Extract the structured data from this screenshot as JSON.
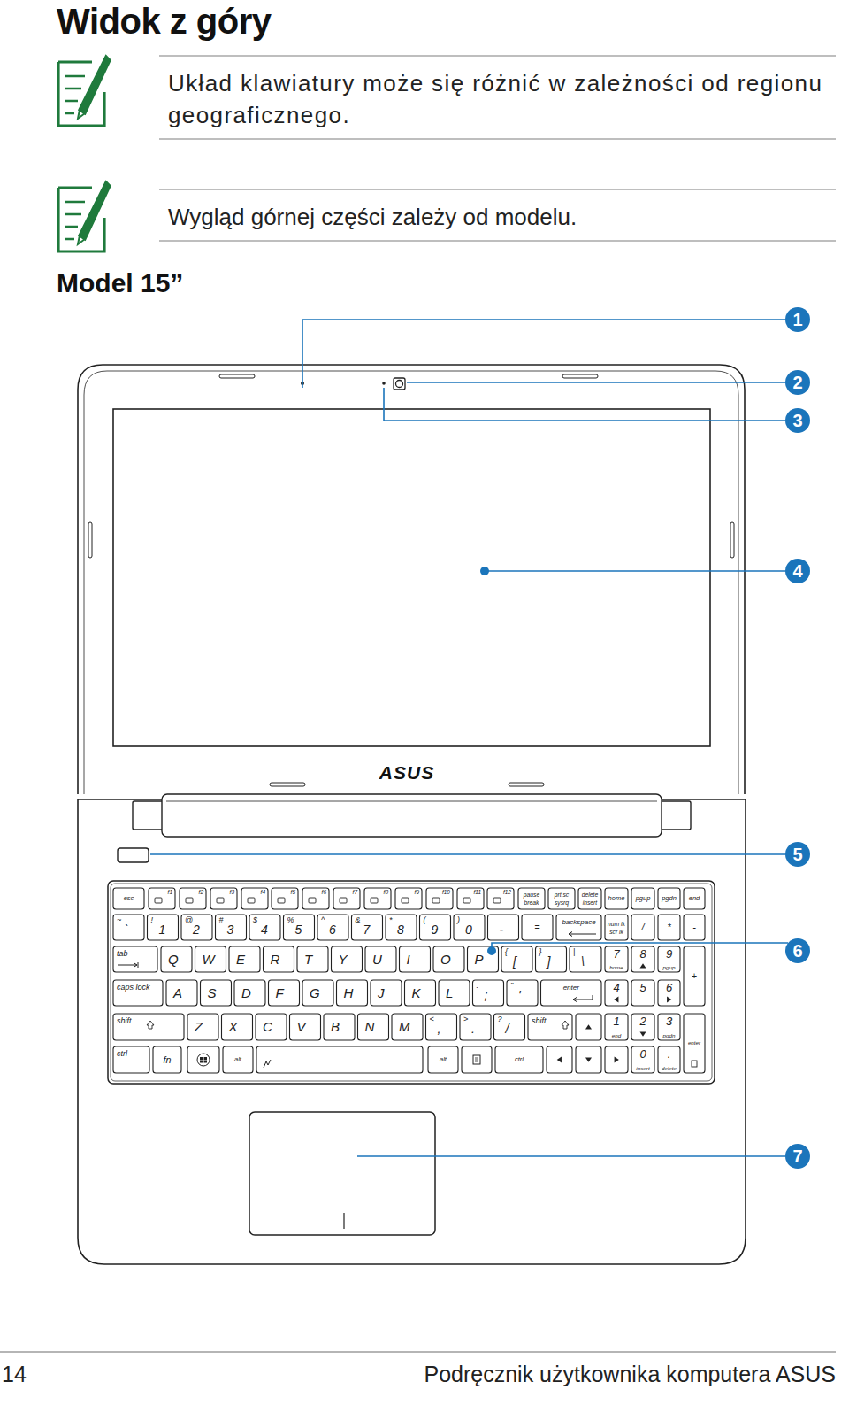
{
  "diagram": {
    "title": "Widok z góry",
    "labels": [
      "Układ klawiatury może się różnić w zależności od regionu geograficznego.",
      "Wygląd górnej części zależy od modelu.",
      "Model 15”",
      "1",
      "2",
      "3",
      "4",
      "5",
      "6",
      "7",
      "ASUS",
      "esc",
      "f1",
      "f2",
      "f3",
      "f4",
      "f5",
      "f6",
      "f7",
      "f8",
      "f9",
      "f10",
      "f11",
      "f12",
      "pause",
      "break",
      "prt sc",
      "sysrq",
      "delete",
      "insert",
      "home",
      "pgup",
      "pgdn",
      "end",
      "~",
      "`",
      "!",
      "1",
      "@",
      "2",
      "#",
      "3",
      "$",
      "4",
      "%",
      "5",
      "^",
      "6",
      "&",
      "7",
      "*",
      "8",
      "(",
      "9",
      ")",
      "0",
      "_",
      "-",
      "=",
      "backspace",
      "num lk",
      "scr lk",
      "/",
      "*",
      "-",
      "tab",
      "Q",
      "W",
      "E",
      "R",
      "T",
      "Y",
      "U",
      "I",
      "O",
      "P",
      "{",
      "[",
      "}",
      "]",
      "|",
      "\\",
      "7",
      "home",
      "8",
      "9",
      "pgup",
      "+",
      "caps lock",
      "A",
      "S",
      "D",
      "F",
      "G",
      "H",
      "J",
      "K",
      "L",
      ":",
      ";",
      "\"",
      "'",
      "enter",
      "4",
      "5",
      "6",
      "shift",
      "Z",
      "X",
      "C",
      "V",
      "B",
      "N",
      "M",
      "<",
      ",",
      ">",
      ".",
      "?",
      "/",
      "shift",
      "1",
      "end",
      "2",
      "3",
      "pgdn",
      "enter",
      "ctrl",
      "fn",
      "alt",
      "alt",
      "ctrl",
      "0",
      "insert",
      ".",
      "delete",
      "14",
      "Podręcznik użytkownika komputera ASUS"
    ]
  }
}
